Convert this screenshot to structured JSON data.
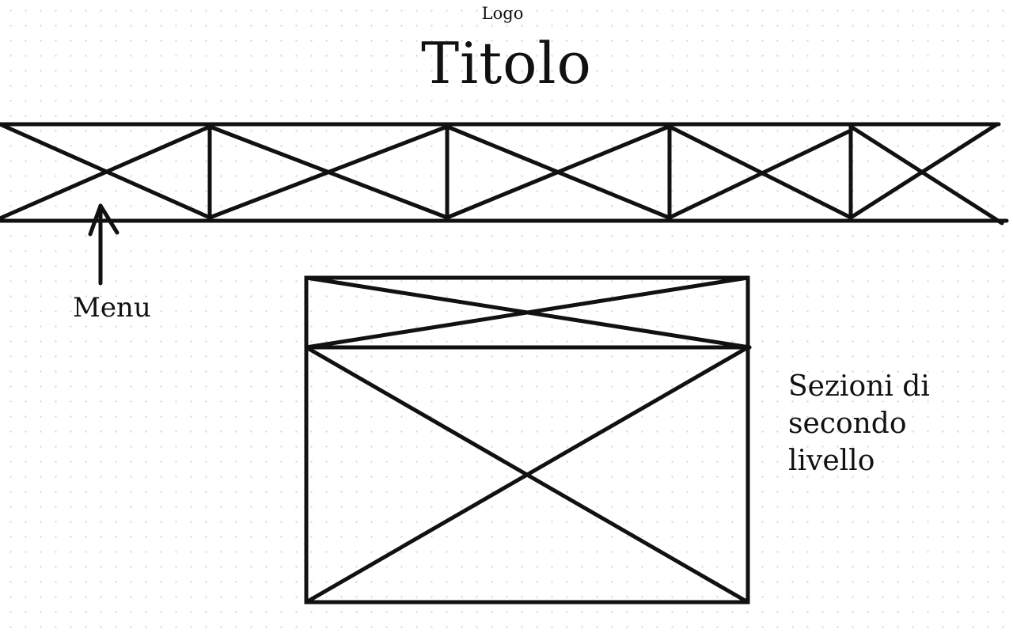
{
  "logo_text": "Logo",
  "title": "Titolo",
  "menu_label": "Menu",
  "section_note": "Sezioni di secondo livello",
  "colors": {
    "ink": "#111111",
    "background": "#ffffff",
    "dot_grid": "#d4d4d4"
  },
  "menu_bar": {
    "placeholder_count": 5
  },
  "content_block": {
    "header_placeholder": true,
    "body_placeholder": true
  }
}
